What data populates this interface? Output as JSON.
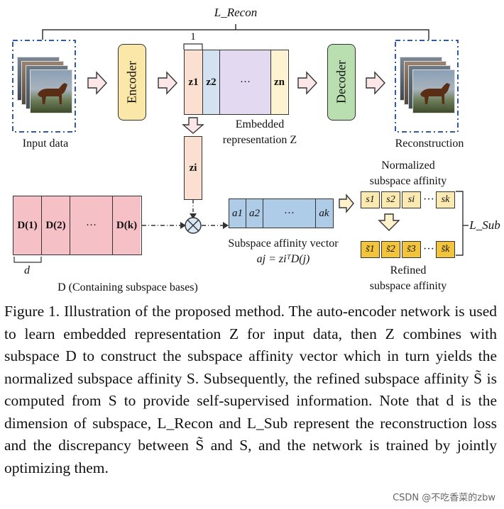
{
  "diagram": {
    "loss_recon": "L_Recon",
    "loss_sub": "L_Sub",
    "input_label": "Input data",
    "encoder_label": "Encoder",
    "decoder_label": "Decoder",
    "reconstruction_label": "Reconstruction",
    "width_one": "1",
    "embedding_cells": [
      "z1",
      "z2",
      "···",
      "zn"
    ],
    "embedded_line1": "Embedded",
    "embedded_line2": "representation Z",
    "zi_label": "zi",
    "d_cells": [
      "D(1)",
      "D(2)",
      "···",
      "D(k)"
    ],
    "d_width_label": "d",
    "d_caption": "D (Containing subspace bases)",
    "affinity_cells": [
      "a1",
      "a2",
      "···",
      "ak"
    ],
    "affinity_vector_label": "Subspace affinity vector",
    "affinity_formula": "aj = ziᵀD(j)",
    "normalized_line1": "Normalized",
    "normalized_line2": "subspace affinity",
    "normalized_cells": [
      "s1",
      "s2",
      "si",
      "···",
      "sk"
    ],
    "refined_cells": [
      "s̃1",
      "s̃2",
      "s̃3",
      "···",
      "s̃k"
    ],
    "refined_line1": "Refined",
    "refined_line2": "subspace affinity",
    "colors": {
      "encoder": "#fbe7a7",
      "decoder": "#b9dfb0",
      "z1": "#fbe0d2",
      "z2": "#d3e1f1",
      "z_mid": "#e3daf1",
      "zn": "#fdf3d0",
      "d_matrix": "#f6c1c6",
      "affinity": "#aecbe8",
      "arrow_fill": "#fde6e8",
      "frame_blue": "#2f5aa8"
    }
  },
  "caption": {
    "text": "Figure 1. Illustration of the proposed method. The auto-encoder network is used to learn embedded representation Z for input data, then Z combines with subspace D to construct the subspace affinity vector which in turn yields the normalized subspace affinity S. Subsequently, the refined subspace affinity S̃ is computed from S to provide self-supervised information. Note that d is the dimension of subspace, L_Recon and L_Sub represent the reconstruction loss and the discrepancy between S̃ and S, and the network is trained by jointly optimizing them."
  },
  "watermark": "CSDN @不吃香菜的zbw"
}
